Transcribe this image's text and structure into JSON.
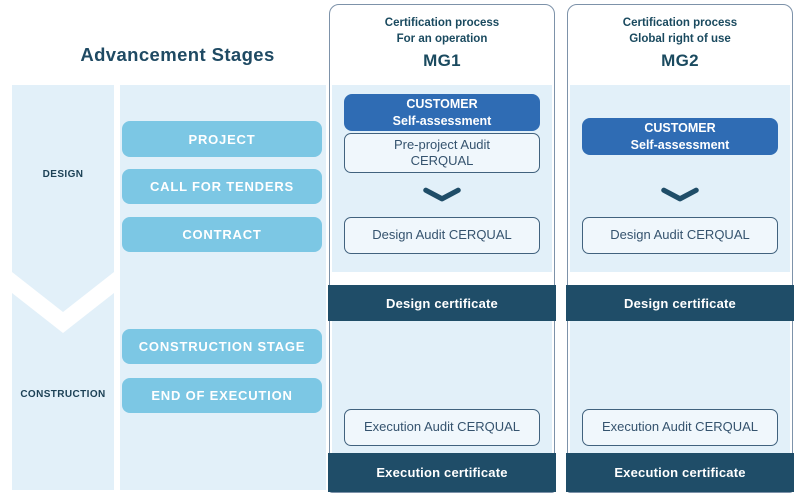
{
  "title": "Advancement Stages",
  "colors": {
    "light_blue_band": "#e2f0f9",
    "sky_blue_button": "#7cc7e4",
    "royal_blue_button": "#2f6cb4",
    "dark_navy_bar": "#1f4d68",
    "navy_text": "#1a4a5f",
    "panel_border": "#7d92a9",
    "audit_box_border": "#41627e"
  },
  "left": {
    "phases": {
      "design": "DESIGN",
      "construction": "CONSTRUCTION"
    },
    "stages": [
      "PROJECT",
      "CALL FOR TENDERS",
      "CONTRACT",
      "CONSTRUCTION STAGE",
      "END OF EXECUTION"
    ],
    "chevron_icon": "chevron-down-band-separator"
  },
  "columns": [
    {
      "header_line1": "Certification process",
      "header_line2": "For an operation",
      "code": "MG1",
      "customer_button_line1": "CUSTOMER",
      "customer_button_line2": "Self-assessment",
      "preproject_line1": "Pre-project Audit",
      "preproject_line2": "CERQUAL",
      "design_audit": "Design Audit CERQUAL",
      "design_certificate": "Design certificate",
      "execution_audit": "Execution Audit CERQUAL",
      "execution_certificate": "Execution certificate"
    },
    {
      "header_line1": "Certification process",
      "header_line2": "Global right of use",
      "code": "MG2",
      "customer_button_line1": "CUSTOMER",
      "customer_button_line2": "Self-assessment",
      "design_audit": "Design Audit CERQUAL",
      "design_certificate": "Design certificate",
      "execution_audit": "Execution Audit CERQUAL",
      "execution_certificate": "Execution certificate"
    }
  ]
}
